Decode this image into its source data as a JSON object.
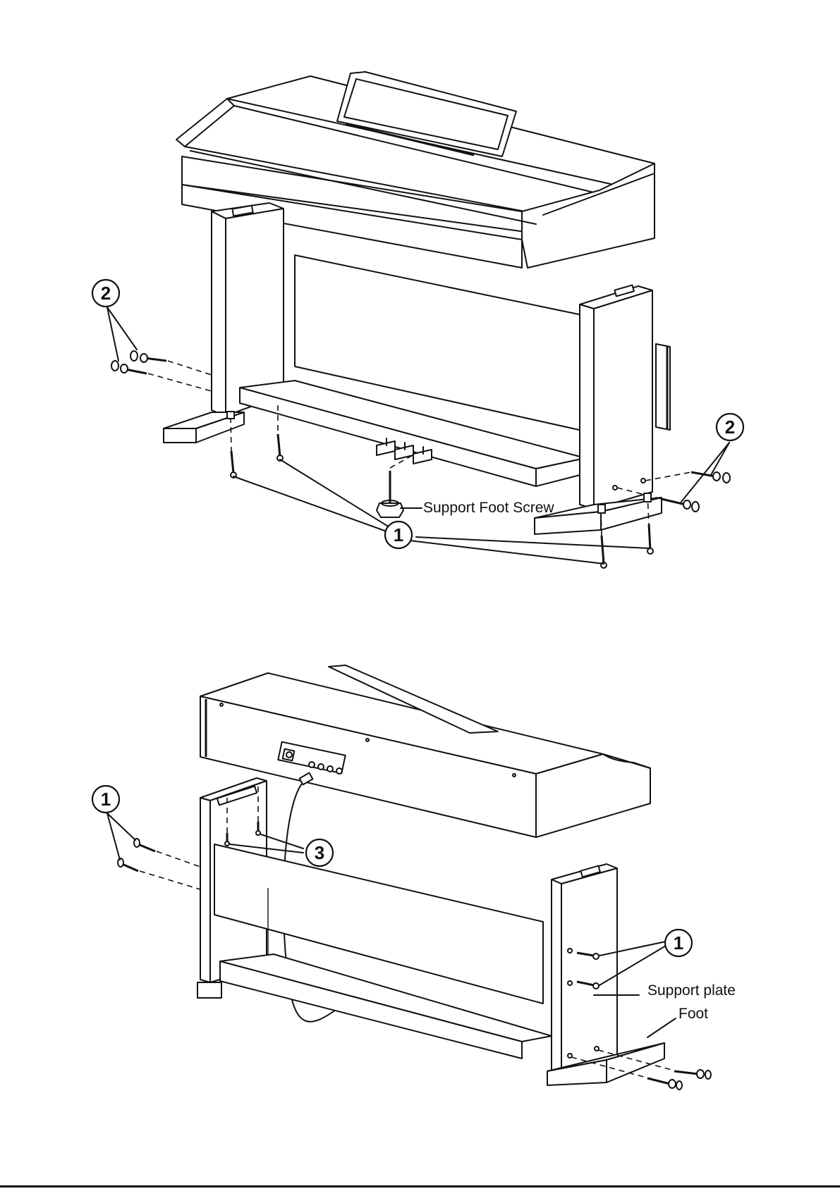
{
  "figure_top": {
    "callouts": {
      "left_screws": "2",
      "right_screws": "2",
      "bottom_screws": "1"
    },
    "labels": {
      "support_foot_screw": "Support Foot Screw"
    }
  },
  "figure_bottom": {
    "callouts": {
      "left_screws": "1",
      "top_screws": "3",
      "right_screws": "1"
    },
    "labels": {
      "support_plate": "Support plate",
      "foot": "Foot"
    }
  },
  "colors": {
    "line": "#111111",
    "background": "#ffffff"
  }
}
